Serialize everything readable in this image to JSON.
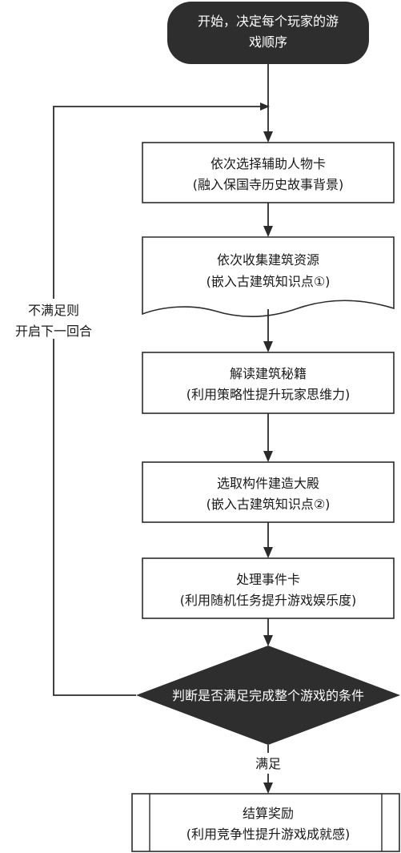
{
  "flow": {
    "start": {
      "line1": "开始，决定每个玩家的游",
      "line2": "戏顺序"
    },
    "step1": {
      "line1": "依次选择辅助人物卡",
      "line2": "(融入保国寺历史故事背景)"
    },
    "step2": {
      "line1": "依次收集建筑资源",
      "line2": "(嵌入古建筑知识点①)"
    },
    "step3": {
      "line1": "解读建筑秘籍",
      "line2": "(利用策略性提升玩家思维力)"
    },
    "step4": {
      "line1": "选取构件建造大殿",
      "line2": "(嵌入古建筑知识点②)"
    },
    "step5": {
      "line1": "处理事件卡",
      "line2": "(利用随机任务提升游戏娱乐度)"
    },
    "decision": {
      "text": "判断是否满足完成整个游戏的条件"
    },
    "yes_label": "满足",
    "no_label": {
      "line1": "不满足则",
      "line2": "开启下一回合"
    },
    "end": {
      "line1": "结算奖励",
      "line2": "(利用竞争性提升游戏成就感)"
    }
  },
  "colors": {
    "dark_fill": "#2e2e2e",
    "stroke": "#2b2b2b",
    "text": "#1a1a1a"
  }
}
